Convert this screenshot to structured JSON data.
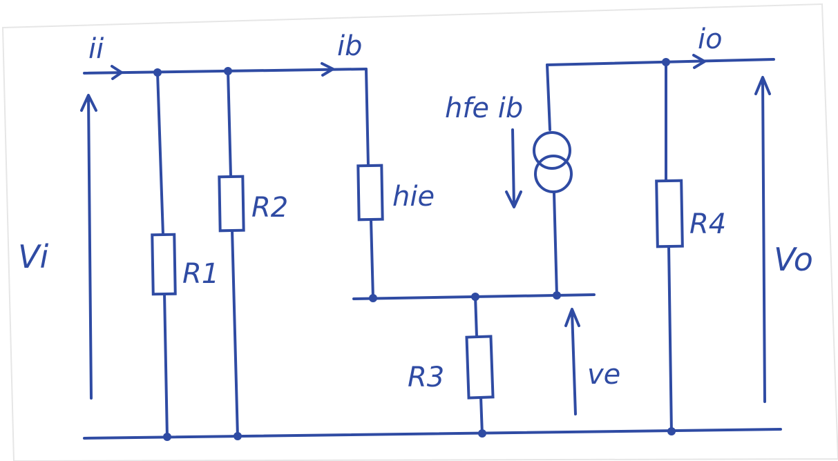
{
  "colors": {
    "ink": "#2f4ba3",
    "paper": "#ffffff"
  },
  "labels": {
    "input_current": "ii",
    "base_current": "ib",
    "output_current": "io",
    "input_voltage": "Vi",
    "output_voltage": "Vo",
    "emitter_voltage": "ve",
    "dependent_source": "hfe ib",
    "r1": "R1",
    "r2": "R2",
    "r3": "R3",
    "r4": "R4",
    "hie": "hie"
  }
}
